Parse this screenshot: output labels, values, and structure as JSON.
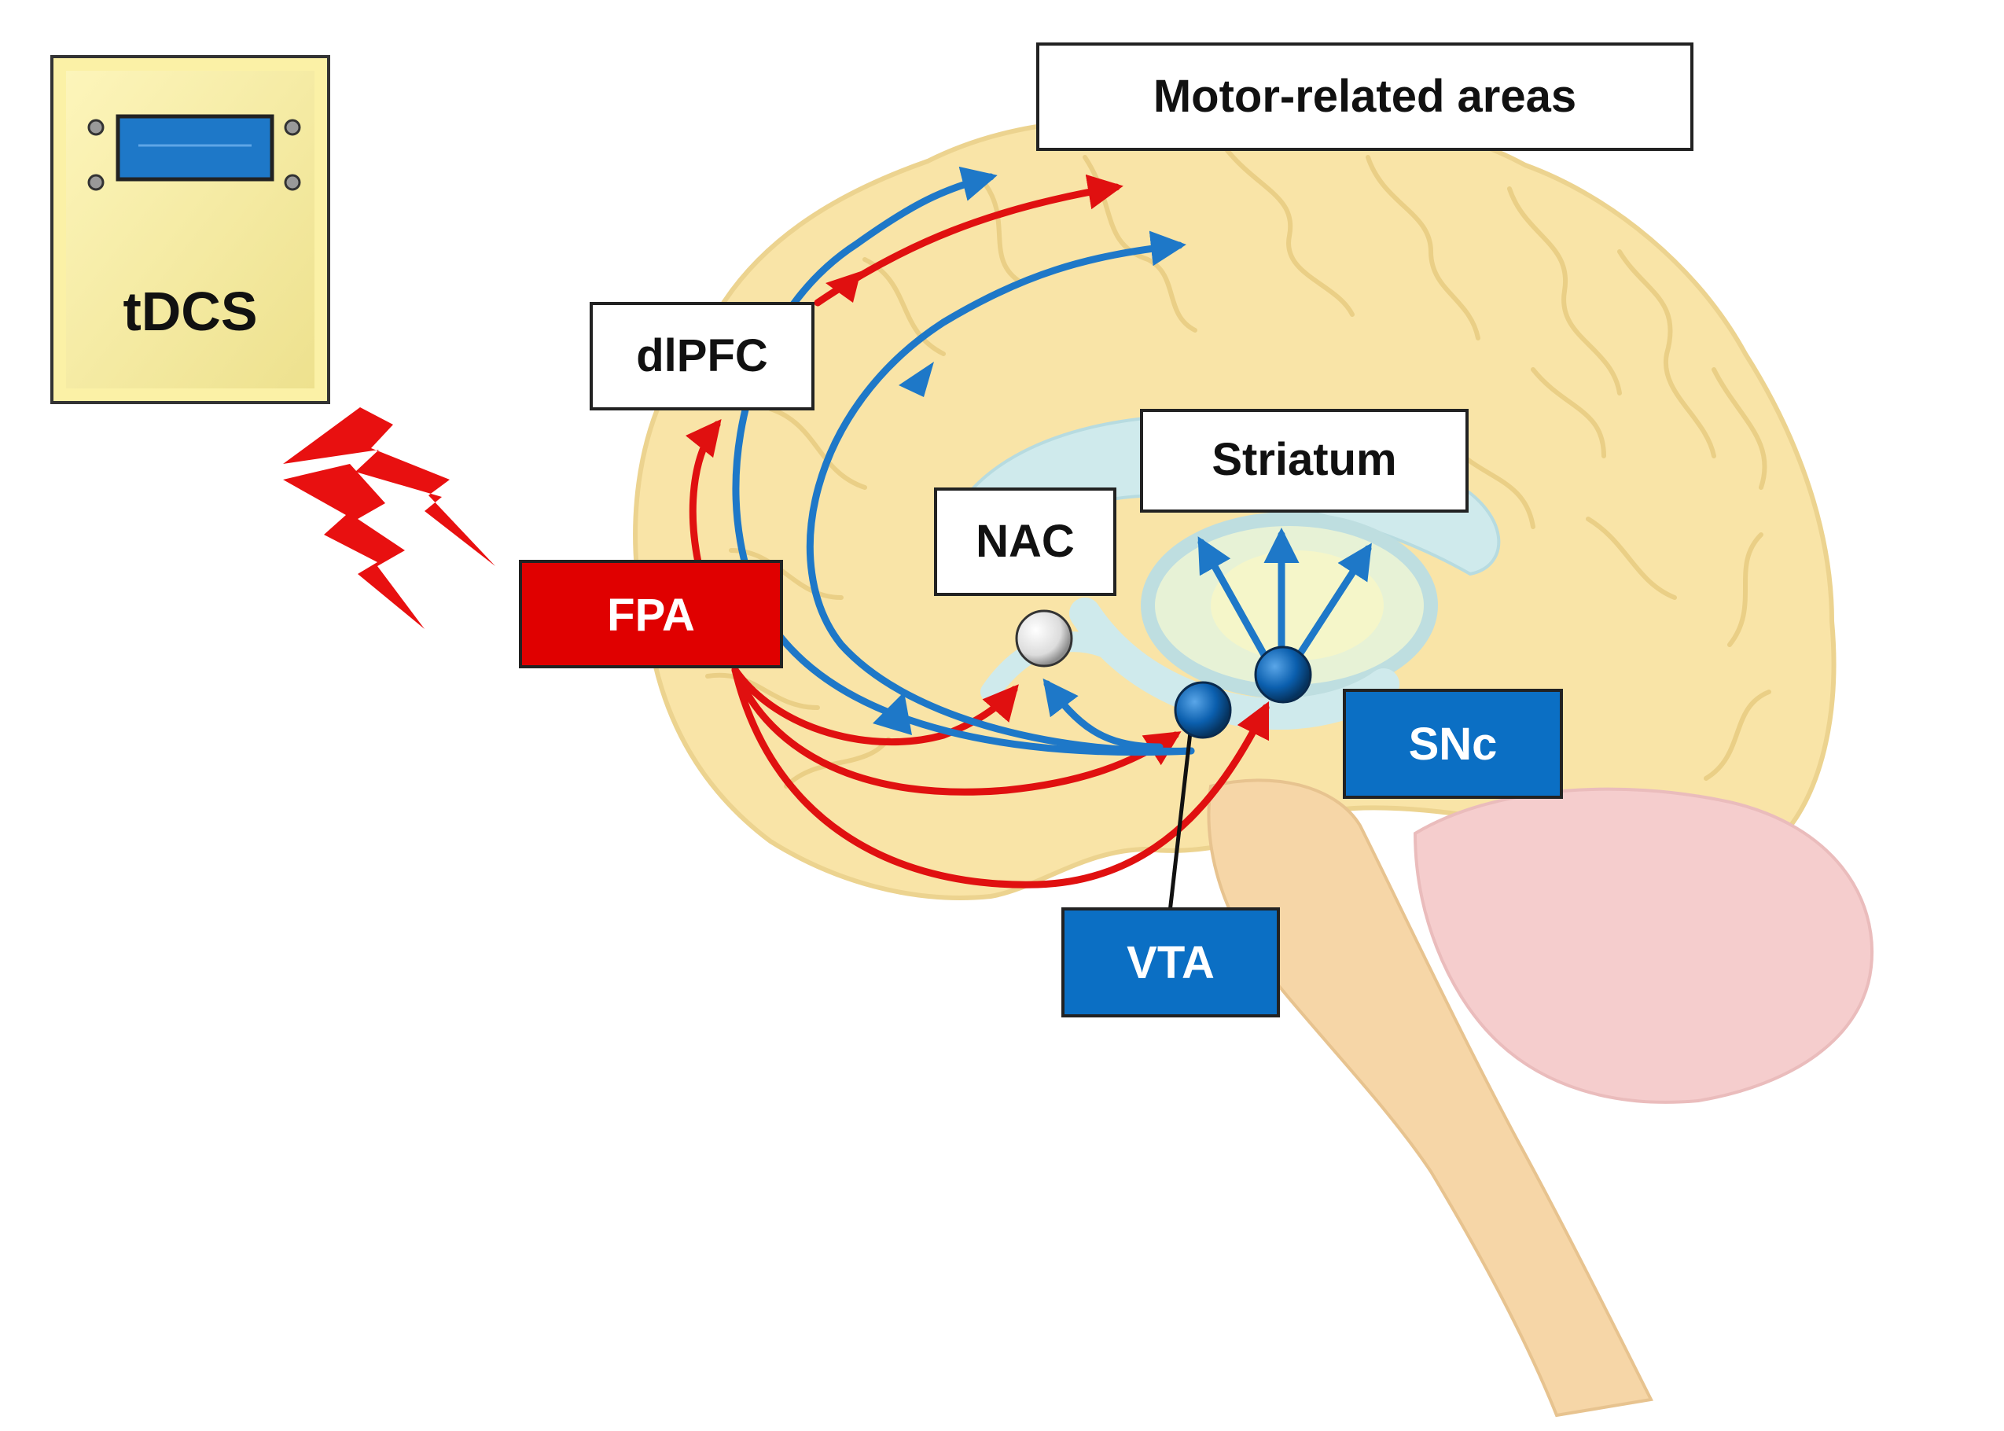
{
  "device": {
    "label": "tDCS"
  },
  "regions": {
    "motor": "Motor-related areas",
    "dlpfc": "dlPFC",
    "striatum": "Striatum",
    "nac": "NAC",
    "fpa": "FPA",
    "snc": "SNc",
    "vta": "VTA"
  },
  "colors": {
    "brain_fill": "#f7dc8a",
    "brain_outline": "#e6c56a",
    "brainstem": "#f4c98a",
    "cerebellum": "#f2bdbd",
    "ventricle": "#bfe3e6",
    "red_pathway": "#e01010",
    "blue_pathway": "#1e78c8",
    "label_red": "#e00000",
    "label_blue": "#0b6fc4",
    "device_panel": "#fbf1a6"
  },
  "icons": [
    "lightning-bolt-icon",
    "lightning-bolt-icon"
  ]
}
